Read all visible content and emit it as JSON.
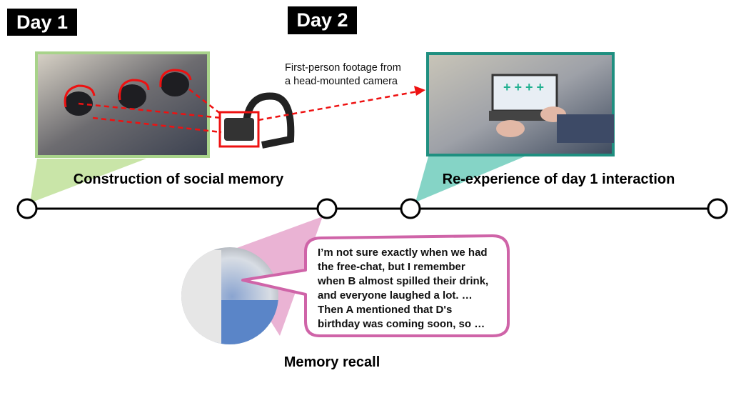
{
  "labels": {
    "day1": "Day 1",
    "day2": "Day 2"
  },
  "captions": {
    "construction": "Construction of social memory",
    "reexperience": "Re-experience of day 1 interaction",
    "recall": "Memory recall"
  },
  "annotation": {
    "line1": "First-person footage from",
    "line2": "a head-mounted camera"
  },
  "speech": {
    "lines": [
      "I’m not sure exactly when we had",
      "the free-chat, but I remember",
      "when B almost spilled their drink,",
      "and everyone laughed a lot. …",
      "Then A mentioned that D's",
      "birthday was coming soon, so …"
    ]
  },
  "colors": {
    "green": "#a8d38a",
    "teal": "#1f8f80",
    "teal_light": "#85d4c6",
    "pink": "#cf64a8",
    "pink_light": "#e8a9d0",
    "red": "#ee1111"
  }
}
